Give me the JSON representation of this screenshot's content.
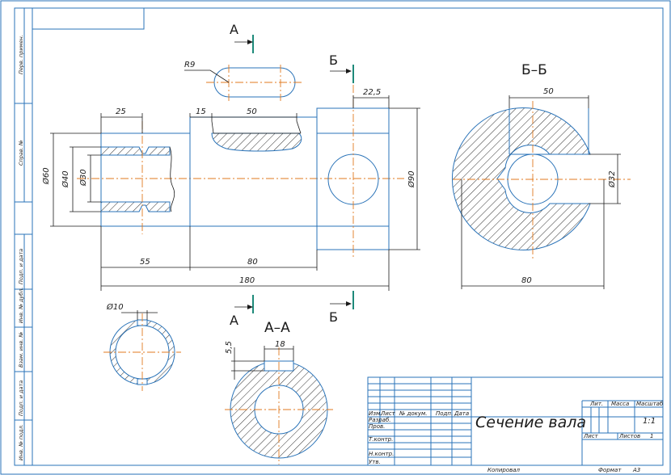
{
  "drawing": {
    "title": "Сечение вала",
    "section_aa_title": "А–А",
    "section_bb_title": "Б–Б",
    "mark_a": "А",
    "mark_b": "Б"
  },
  "main_view_dims": {
    "d60": "Ø60",
    "d40": "Ø40",
    "d30": "Ø30",
    "d90": "Ø90",
    "l25": "25",
    "l15": "15",
    "l50": "50",
    "l22_5": "22,5",
    "l55": "55",
    "l80": "80",
    "l180": "180",
    "r9": "R9",
    "d10": "Ø10"
  },
  "section_bb_dims": {
    "w50": "50",
    "d32": "Ø32",
    "d80": "80"
  },
  "section_aa_dims": {
    "h5_5": "5,5",
    "w18": "18"
  },
  "side_strip": [
    "Перв. примен.",
    "Справ. №",
    "Подп. и дата",
    "Инв. № дубл.",
    "Взам. инв. №",
    "Подп. и дата",
    "Инв. № подл."
  ],
  "title_block": {
    "row_labels": [
      "Изм.",
      "Лист",
      "№ докум.",
      "Подп.",
      "Дата"
    ],
    "role_labels": [
      "Разраб.",
      "Пров.",
      "Т.контр.",
      "Н.контр.",
      "Утв."
    ],
    "lit_label": "Лит.",
    "mass_label": "Масса",
    "scale_label": "Масштаб",
    "scale_value": "1:1",
    "sheet_label": "Лист",
    "sheets_label": "Листов",
    "sheets_value": "1"
  },
  "footer": {
    "copied": "Копировал",
    "format": "Формат",
    "format_value": "А3"
  }
}
